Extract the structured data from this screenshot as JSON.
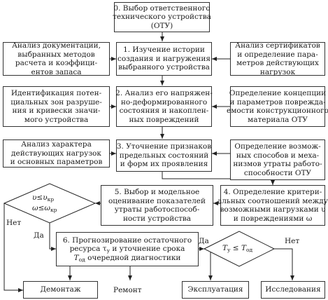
{
  "boxes": {
    "b0": [
      "0. Выбор ответственного",
      "технического устройства",
      "(ОТУ)"
    ],
    "b1": [
      "1. Изучение истории",
      "создания и нагружения",
      "выбранного устройства"
    ],
    "b2": [
      "2. Анализ его напряжен-",
      "но-деформированного",
      "состояния и накоплен-",
      "ных повреждений"
    ],
    "b3": [
      "3. Уточнение признаков",
      "предельных состояний",
      "и форм их проявления"
    ],
    "b4": [
      "4. Определение критери-",
      "альных соотношений между",
      "возможными нагрузками υ",
      "и повреждениями ω"
    ],
    "b5": [
      "5. Выбор и модельное",
      "оценивание показателей",
      "утраты работоспособ-",
      "ности устройства"
    ],
    "b6": [
      "6. Прогнозирование остаточного",
      "ресурса τ",
      "T",
      "очередной диагностики"
    ],
    "l1": [
      "Анализ документации,",
      "выбранных методов",
      "расчета и коэффици-",
      "ентов запаса"
    ],
    "r1": [
      "Анализ сертификатов",
      "и определение пара-",
      "метров действующих",
      "нагрузок"
    ],
    "l2": [
      "Идентификация потен-",
      "циальных зон разруше-",
      "ния и кривески значи-",
      "мого устройства"
    ],
    "r2": [
      "Определение концепции",
      "и параметров поврежда-",
      "емости конструкционного",
      "материала ОТУ"
    ],
    "l3": [
      "Анализ характера",
      "действующих нагрузок",
      "и основных параметров"
    ],
    "r3": [
      "Определение возмож-",
      "ных способов и меха-",
      "низмов утраты работо-",
      "способности ОТУ"
    ]
  },
  "b6_extra": {
    "y_subscript": "у",
    "and_update": "и уточнение срока",
    "od_subscript": "од"
  },
  "bottom": {
    "dismount": "Демонтаж",
    "repair": "Ремонт",
    "operation": "Эксплуатация",
    "research": "Исследования"
  },
  "decision_left": {
    "symbol1": "υ",
    "symbol2": "ω",
    "rel": "≤",
    "sub": "кр",
    "no": "Нет",
    "yes": "Да"
  },
  "decision_right": {
    "lhs": "T",
    "lhs_sub": "у",
    "rel": "≤",
    "rhs": "T",
    "rhs_sub": "од",
    "no": "Нет",
    "yes": "Да"
  }
}
